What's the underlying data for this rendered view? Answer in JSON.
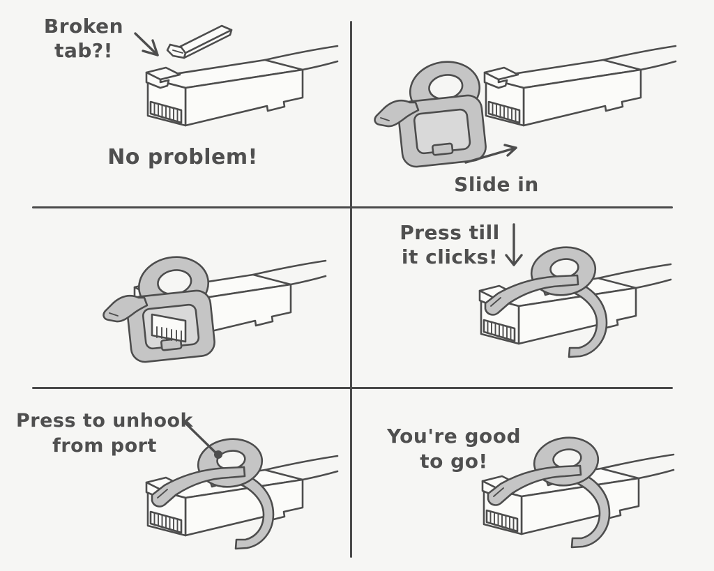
{
  "style": {
    "background": "#f6f6f4",
    "outline_color": "#4d4d4d",
    "divider_color": "#4a4a4a",
    "clip_color": "#c5c5c5",
    "clip_inner_color": "#d9d9d9",
    "plug_fill": "#fbfbf9",
    "caption_color": "#4f4f4f"
  },
  "panels": {
    "p1": {
      "name": "broken-tab",
      "callout_line1": "Broken",
      "callout_line2": "tab?!",
      "caption": "No problem!"
    },
    "p2": {
      "name": "slide-in",
      "caption": "Slide in"
    },
    "p3": {
      "name": "clip-inserted"
    },
    "p4": {
      "name": "press-till-clicks",
      "caption_line1": "Press till",
      "caption_line2": "it clicks!"
    },
    "p5": {
      "name": "press-to-unhook",
      "caption_line1": "Press to unhook",
      "caption_line2": "from port"
    },
    "p6": {
      "name": "good-to-go",
      "caption_line1": "You're good",
      "caption_line2": "to go!"
    }
  }
}
